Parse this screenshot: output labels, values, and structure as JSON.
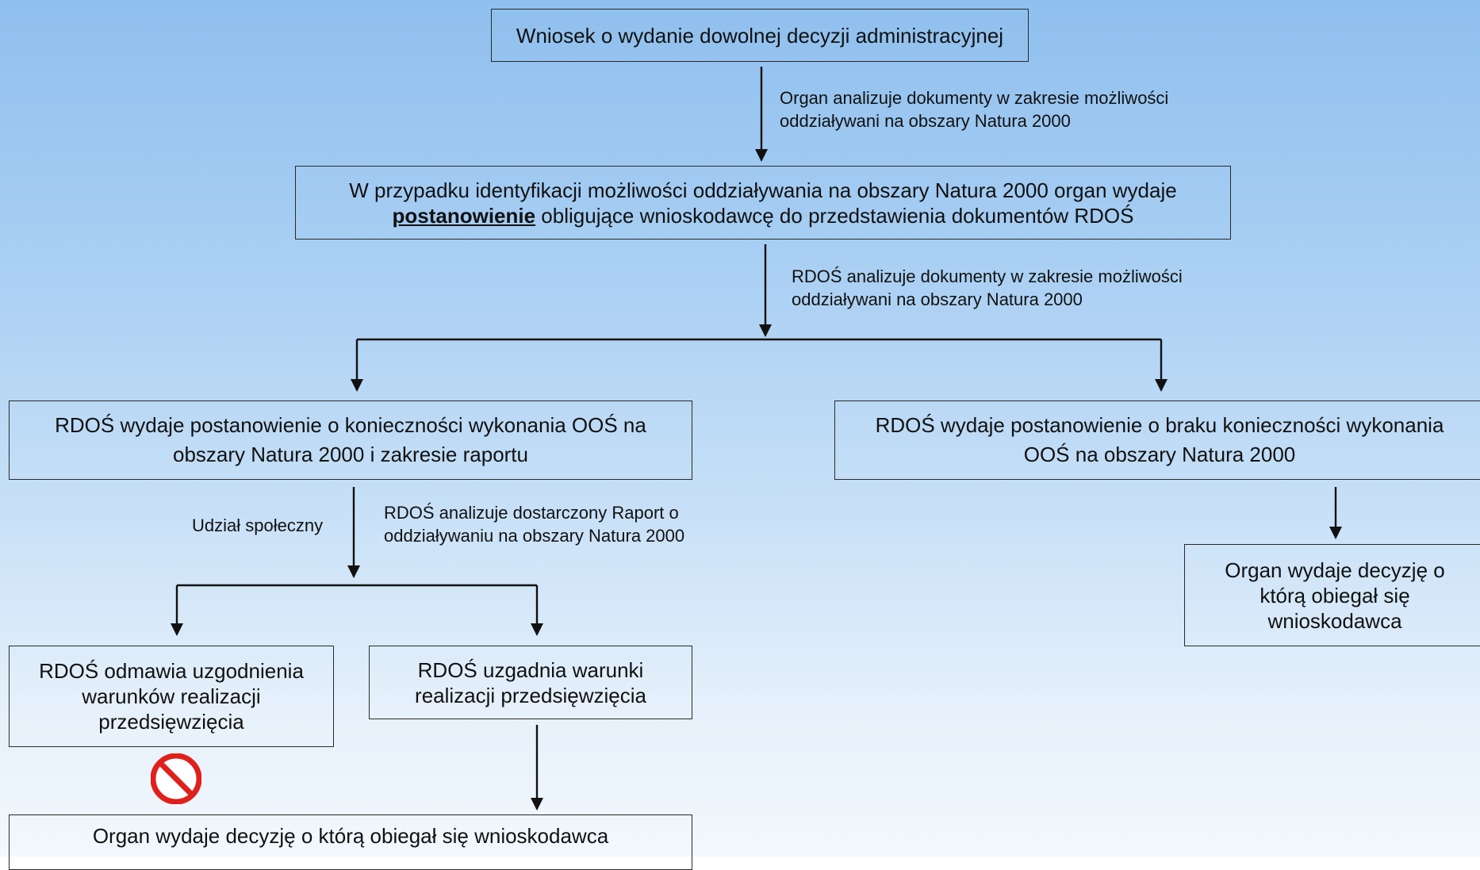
{
  "flowchart": {
    "nodes": {
      "application": "Wniosek o wydanie dowolnej decyzji administracyjnej",
      "order_line1_pre": "W przypadku identyfikacji możliwości oddziaływania na obszary Natura 2000 organ wydaje",
      "order_emphasis": "postanowienie",
      "order_line2_post": " obligujące wnioskodawcę do przedstawienia dokumentów RDOŚ",
      "assessment_required": "RDOŚ wydaje postanowienie o konieczności wykonania OOŚ na obszary Natura 2000 i  zakresie raportu",
      "assessment_not_required": "RDOŚ wydaje postanowienie o braku konieczności wykonania OOŚ na obszary Natura 2000",
      "decision_right": "Organ wydaje decyzję o którą obiegał się wnioskodawca",
      "refuses_agreement": "RDOŚ odmawia uzgodnienia warunków realizacji przedsięwzięcia",
      "agrees_conditions": "RDOŚ uzgadnia warunki realizacji przedsięwzięcia",
      "decision_bottom": "Organ wydaje decyzję o którą obiegał się wnioskodawca"
    },
    "edge_labels": {
      "organ_analyzes_l1": "Organ analizuje dokumenty w zakresie możliwości",
      "organ_analyzes_l2": "oddziaływani na obszary Natura 2000",
      "rdos_analyzes_l1": "RDOŚ analizuje dokumenty w zakresie możliwości",
      "rdos_analyzes_l2": "oddziaływani na obszary Natura 2000",
      "public_participation": "Udział społeczny",
      "report_analysis_l1": "RDOŚ analizuje dostarczony Raport o",
      "report_analysis_l2": "oddziaływaniu na obszary Natura 2000"
    },
    "icons": {
      "prohibited": "no-entry-icon"
    },
    "colors": {
      "bg_top": "#8fbfee",
      "bg_bottom": "#f2f8fd",
      "stroke": "#2a2a2a",
      "prohibit_red": "#e0201b"
    }
  }
}
